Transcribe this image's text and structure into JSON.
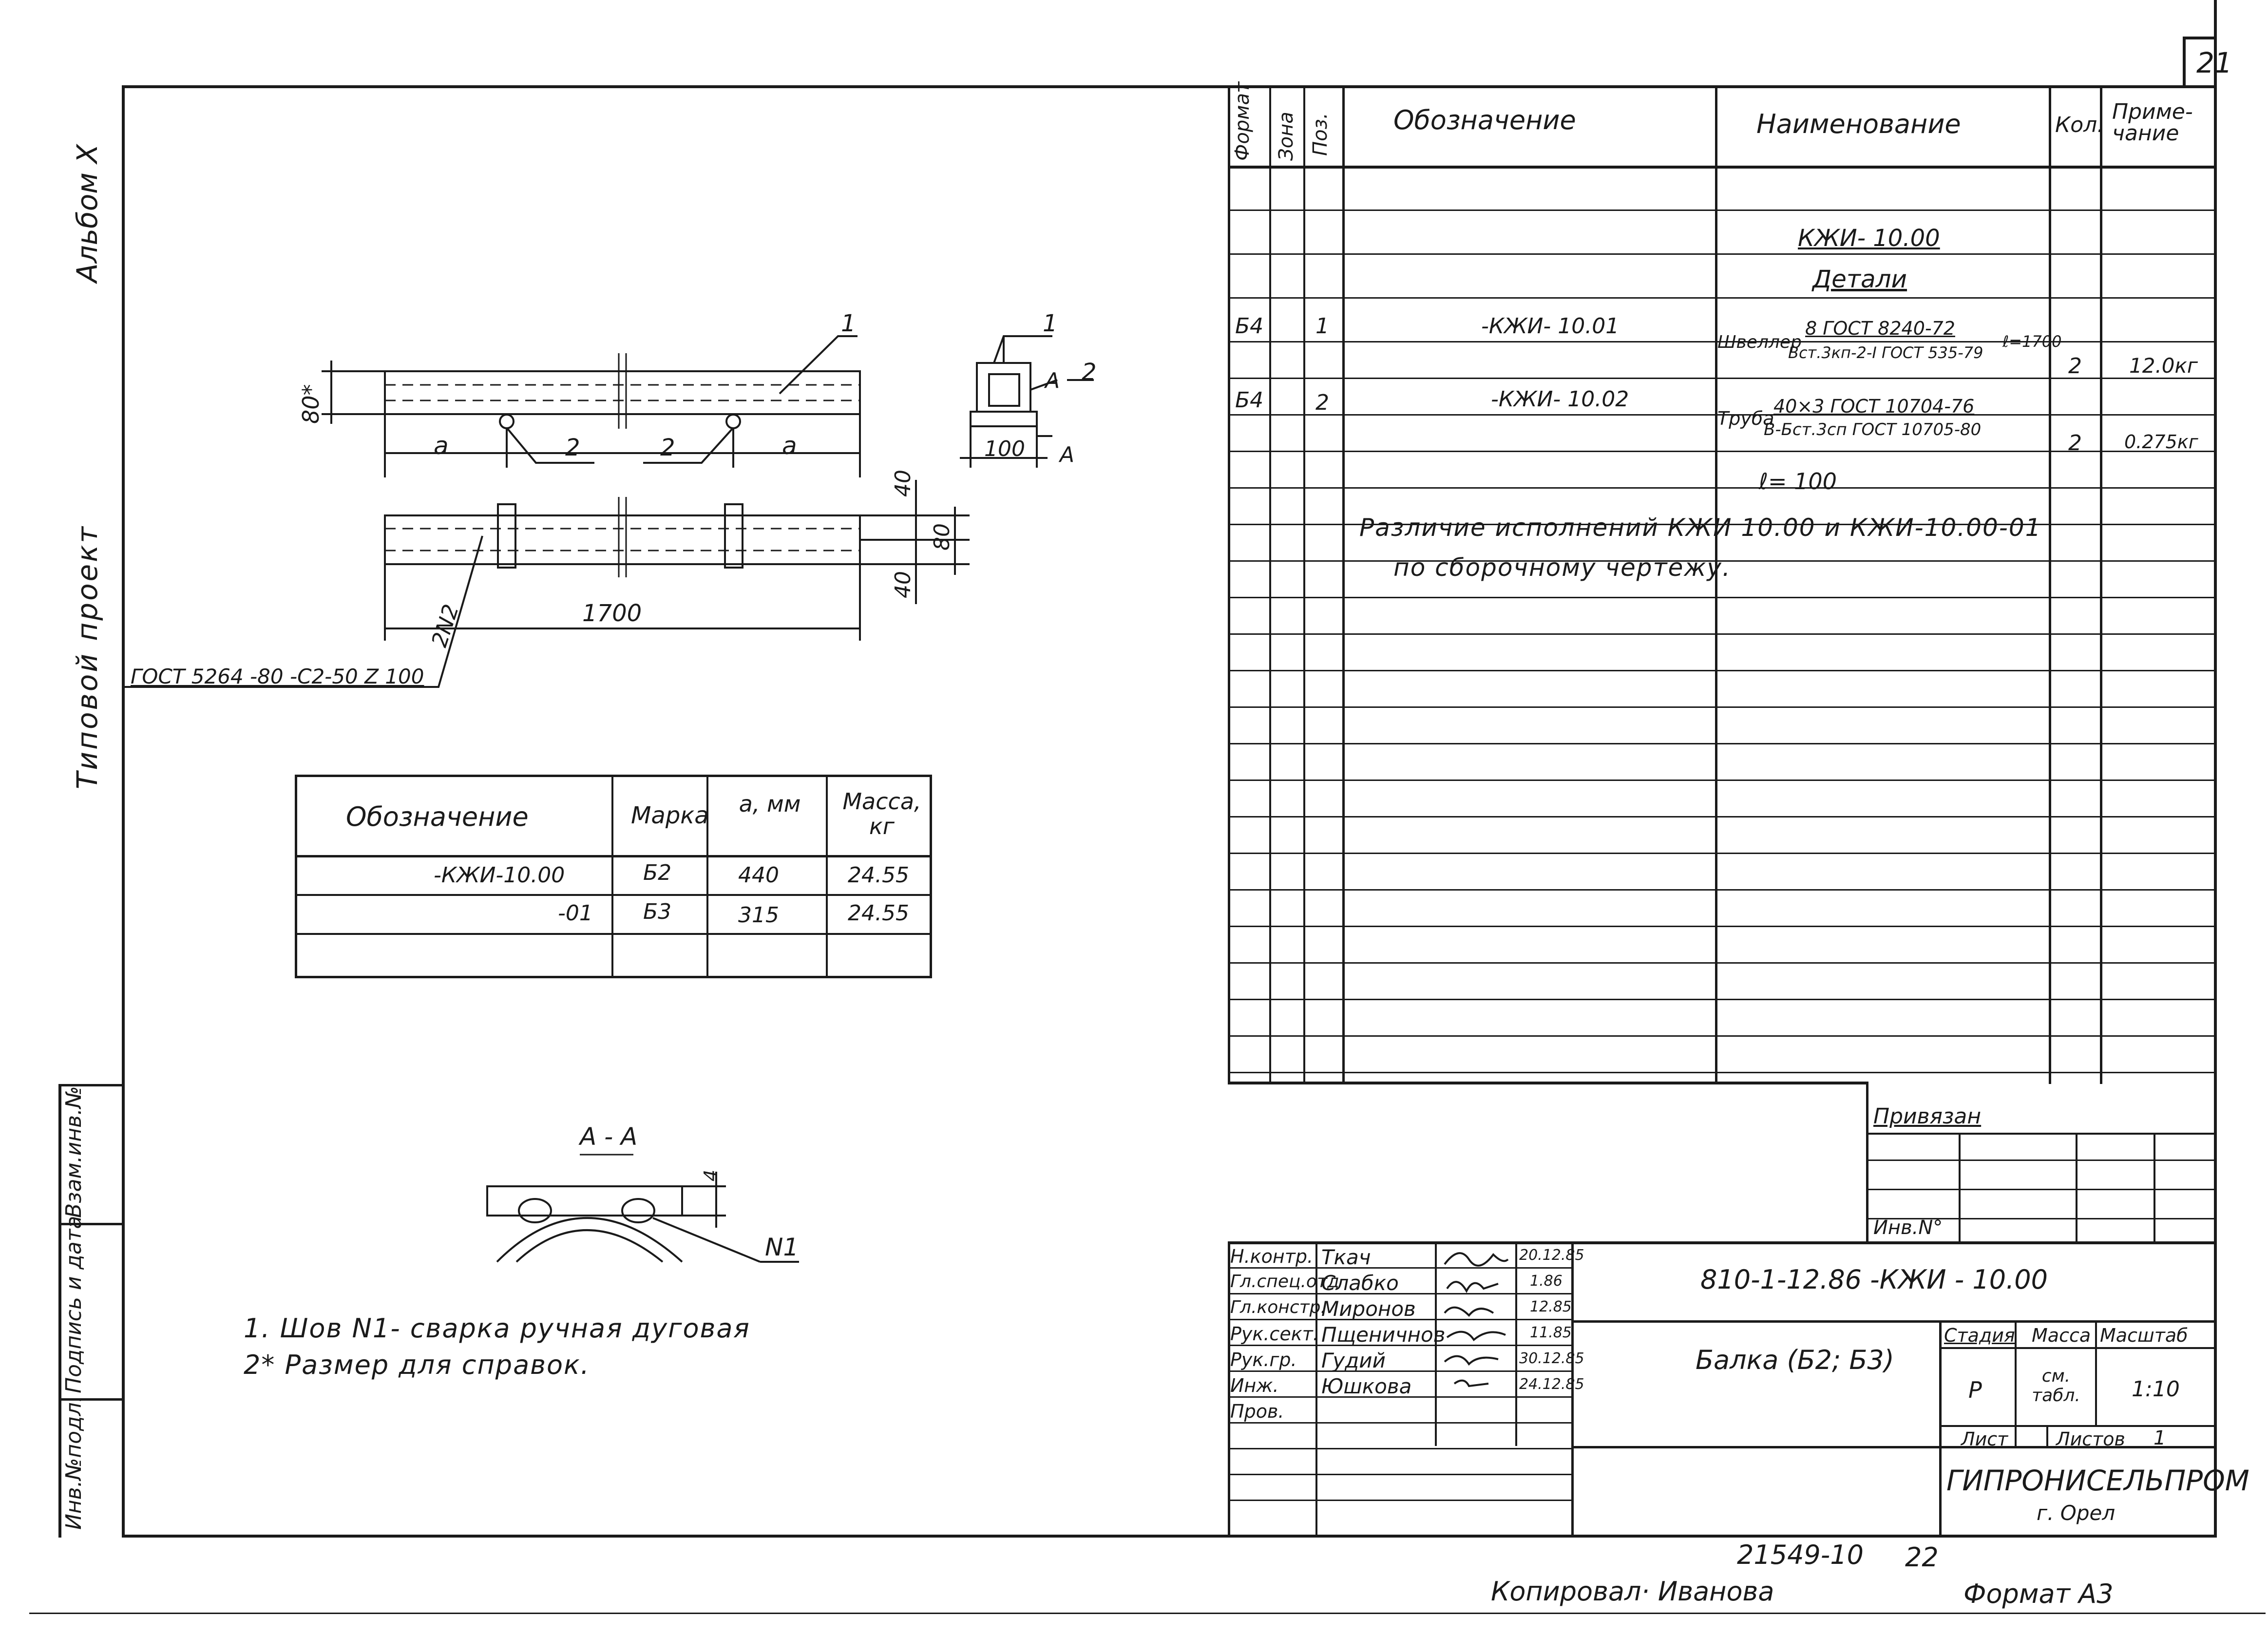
{
  "sheet_number": "21",
  "side_labels": {
    "album": "Альбом X",
    "project": "Типовой проект",
    "inv_podl": "Инв.№подл.",
    "podpis": "Подпись и дата",
    "vzam": "Взам.инв.№"
  },
  "spec_header": {
    "format": "Формат",
    "zone": "Зона",
    "pos": "Поз.",
    "designation": "Обозначение",
    "name": "Наименование",
    "qty": "Кол.",
    "note": "Приме-чание"
  },
  "spec_title": "КЖИ- 10.00",
  "spec_subtitle": "Детали",
  "spec_rows": [
    {
      "format": "Б4",
      "pos": "1",
      "designation": "-КЖИ- 10.01",
      "name_prefix": "Швеллер",
      "name_top": "8 ГОСТ 8240-72",
      "name_bottom": "Вст.3кп-2-I ГОСТ 535-79",
      "name_suffix": "ℓ=1700",
      "qty": "2",
      "note": "12.0кг"
    },
    {
      "format": "Б4",
      "pos": "2",
      "designation": "-КЖИ- 10.02",
      "name_prefix": "Труба",
      "name_top": "40×3 ГОСТ 10704-76",
      "name_bottom": "В-Бст.3сп ГОСТ 10705-80",
      "name_suffix": "",
      "qty": "2",
      "note": "0.275кг"
    }
  ],
  "spec_length": "ℓ= 100",
  "spec_remark_1": "Различие   исполнений   КЖИ 10.00 и КЖИ-10.00-01",
  "spec_remark_2": "по   сборочному        чертежу.",
  "drawing": {
    "part_1": "1",
    "part_2": "2",
    "dim_a": "a",
    "dim_80": "80*",
    "dim_100": "100",
    "section_mark": "А",
    "dim_40_top": "40",
    "dim_80_side": "80",
    "dim_40_bottom": "40",
    "dim_1700": "1700",
    "weld_mark": "2N2",
    "gost_weld": "ГОСТ 5264 -80 -С2-50 Z 100",
    "section_title": "А - А",
    "weld_n1": "N1",
    "dim_4": "4"
  },
  "variant_table": {
    "headers": [
      "Обозначение",
      "Марка",
      "a, мм",
      "Масса, кг"
    ],
    "rows": [
      [
        "-КЖИ-10.00",
        "Б2",
        "440",
        "24.55"
      ],
      [
        "-01",
        "Б3",
        "315",
        "24.55"
      ],
      [
        "",
        "",
        "",
        ""
      ]
    ]
  },
  "notes": [
    "1. Шов N1- сварка ручная дуговая",
    "2* Размер для справок."
  ],
  "privyazan": {
    "label": "Привязан",
    "inv": "Инв.N°"
  },
  "title_block": {
    "roles": [
      "Н.контр.",
      "Гл.спец.отд",
      "Гл.констр.",
      "Рук.сект.",
      "Рук.гр.",
      "Инж.",
      "Пров."
    ],
    "names": [
      "Ткач",
      "Слабко",
      "Миронов",
      "Пщеничнов",
      "Гудий",
      "Юшкова",
      ""
    ],
    "dates": [
      "20.12.85",
      "1.86",
      "12.85",
      "11.85",
      "30.12.85",
      "24.12.85",
      ""
    ],
    "code": "810-1-12.86   -КЖИ - 10.00",
    "title": "Балка (Б2; Б3)",
    "stage_label": "Стадия",
    "mass_label": "Масса",
    "scale_label": "Масштаб",
    "stage": "Р",
    "mass": "см. табл.",
    "scale": "1:10",
    "sheet_label": "Лист",
    "sheets_label": "Листов",
    "sheets": "1",
    "org": "ГИПРОНИСЕЛЬПРОМ",
    "city": "г. Орел"
  },
  "footer": {
    "doc_no": "21549-10",
    "page": "22",
    "copied": "Копировал· Иванова",
    "format": "Формат А3"
  }
}
